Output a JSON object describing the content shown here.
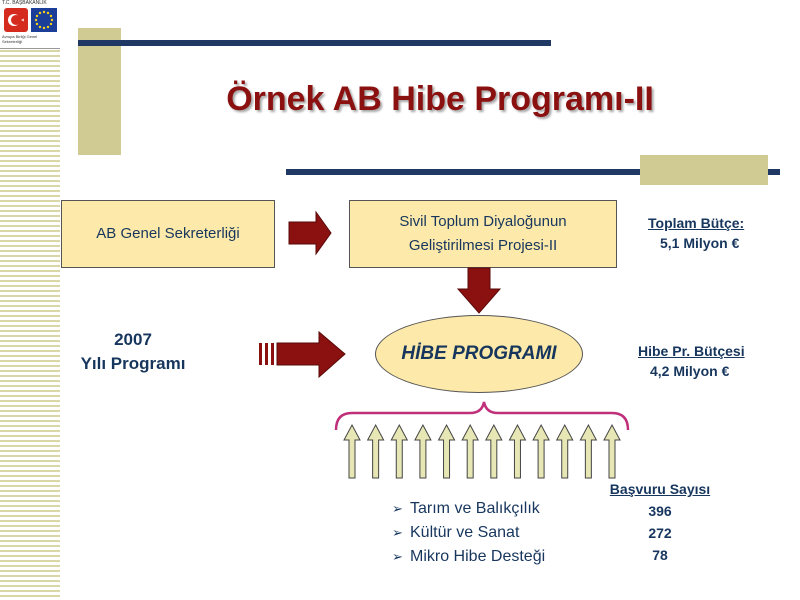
{
  "slide": {
    "title": "Örnek AB Hibe Programı-II"
  },
  "logo": {
    "top_text": "T.C. BAŞBAKANLIK",
    "bottom_text": "Avrupa Birliği Genel Sekreterliği"
  },
  "nodes": {
    "ab_genel": "AB Genel Sekreterliği",
    "sivil_line1": "Sivil Toplum Diyaloğunun",
    "sivil_line2": "Geliştirilmesi Projesi-II",
    "hibe": "HİBE PROGRAMI",
    "year_line1": "2007",
    "year_line2": "Yılı Programı"
  },
  "budget_total": {
    "label": "Toplam Bütçe:",
    "value": "5,1 Milyon €"
  },
  "budget_grant": {
    "label": "Hibe Pr. Bütçesi",
    "value": "4,2 Milyon €"
  },
  "applications": {
    "header": "Başvuru Sayısı",
    "items": [
      {
        "label": "Tarım ve Balıkçılık",
        "count": "396"
      },
      {
        "label": "Kültür ve Sanat",
        "count": "272"
      },
      {
        "label": "Mikro Hibe Desteği",
        "count": "78"
      }
    ]
  },
  "colors": {
    "title": "#8b1010",
    "arrow_red": "#8b1010",
    "box_fill": "#fde9a9",
    "navy": "#17365d",
    "olive": "#cfcb93",
    "brace": "#c0307a",
    "up_arrow_fill": "#e6e7b4"
  },
  "up_arrow_count": 12
}
